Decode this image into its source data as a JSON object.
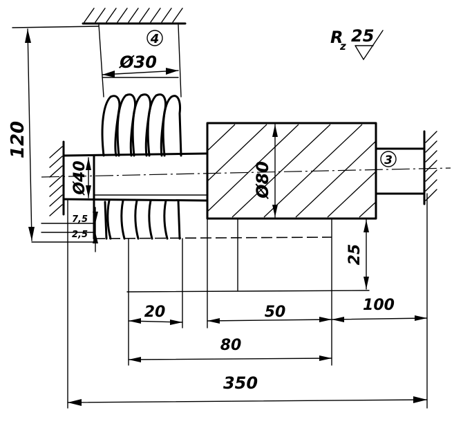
{
  "drawing": {
    "roughness_label": "R",
    "roughness_sub": "z",
    "roughness_value": "25",
    "balloons": [
      "4",
      "3"
    ],
    "dimensions": {
      "overall_height": "120",
      "small_cyl_diameter": "Ø30",
      "shaft_diameter": "Ø40",
      "large_cyl_diameter": "Ø80",
      "offset_upper": "7,5",
      "offset_lower": "2,5",
      "vertical_offset": "25",
      "length_a": "20",
      "length_b": "50",
      "length_c": "100",
      "length_d": "80",
      "overall_length": "350"
    }
  }
}
